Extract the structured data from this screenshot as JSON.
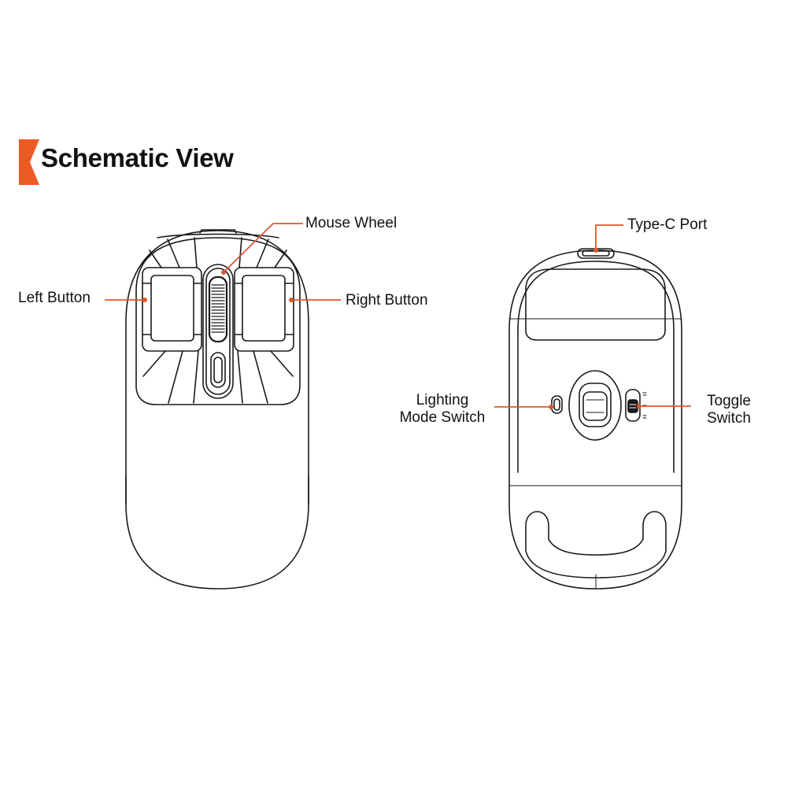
{
  "page": {
    "title": "Schematic View",
    "accent_color": "#ee5a24"
  },
  "diagram": {
    "views": [
      {
        "name": "top-view",
        "callouts": [
          {
            "id": "mouse-wheel",
            "text": "Mouse Wheel"
          },
          {
            "id": "left-button",
            "text": "Left Button"
          },
          {
            "id": "right-button",
            "text": "Right Button"
          }
        ]
      },
      {
        "name": "bottom-view",
        "callouts": [
          {
            "id": "type-c-port",
            "text": "Type-C Port"
          },
          {
            "id": "lighting-mode-switch",
            "lines": [
              "Lighting",
              "Mode Switch"
            ]
          },
          {
            "id": "toggle-switch",
            "lines": [
              "Toggle",
              "Switch"
            ]
          }
        ]
      }
    ]
  }
}
